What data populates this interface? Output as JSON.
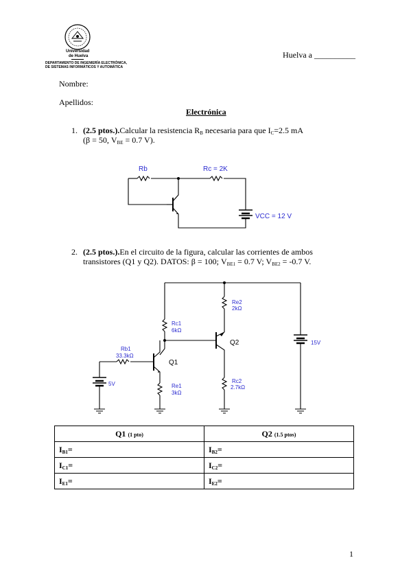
{
  "header": {
    "logo_line1": "Universidad",
    "logo_line2": "de Huelva",
    "logo_dept1": "DEPARTAMENTO DE INGENIERÍA ELECTRÓNICA,",
    "logo_dept2": "DE SISTEMAS INFORMÁTICOS Y AUTOMÁTICA",
    "place_label": "Huelva a",
    "place_blank": "__________"
  },
  "form": {
    "name_label": "Nombre:",
    "surname_label": "Apellidos:"
  },
  "title": "Electrónica",
  "q1": {
    "number": "1.",
    "points": "(2.5 ptos.).",
    "text_a": "Calcular la resistencia R",
    "sub_b": "B",
    "text_b": " necesaria para que I",
    "sub_c": "C",
    "text_c": "=2.5 mA",
    "line2_a": "(β = 50, V",
    "sub_be": "BE",
    "line2_b": " = 0.7 V).",
    "circuit": {
      "rb": "Rb",
      "rc": "Rc = 2K",
      "vcc": "VCC = 12 V"
    }
  },
  "q2": {
    "number": "2.",
    "points": "(2.5 ptos.).",
    "text_a": "En el circuito de la figura, calcular las corrientes de ambos",
    "line2_a": "transistores (Q1 y Q2). DATOS: β = 100; V",
    "sub_be1": "BE1",
    "line2_b": " = 0.7 V; V",
    "sub_be2": "BE2",
    "line2_c": " = -0.7 V.",
    "circuit": {
      "re2_name": "Re2",
      "re2_val": "2kΩ",
      "rc1_name": "Rc1",
      "rc1_val": "6kΩ",
      "rb1_name": "Rb1",
      "rb1_val": "33.3kΩ",
      "q1": "Q1",
      "q2": "Q2",
      "re1_name": "Re1",
      "re1_val": "3kΩ",
      "rc2_name": "Rc2",
      "rc2_val": "2.7kΩ",
      "v5": "5V",
      "v15": "15V"
    }
  },
  "table": {
    "col1_title": "Q1",
    "col1_pts": "(1 pto)",
    "col2_title": "Q2",
    "col2_pts": "(1.5 ptos)",
    "rows": [
      {
        "l1": "I",
        "s1": "B1",
        "e1": "=",
        "l2": "I",
        "s2": "B2",
        "e2": "="
      },
      {
        "l1": "I",
        "s1": "C1",
        "e1": "=",
        "l2": "I",
        "s2": "C2",
        "e2": "="
      },
      {
        "l1": "I",
        "s1": "E1",
        "e1": "=",
        "l2": "I",
        "s2": "E2",
        "e2": "="
      }
    ]
  },
  "page_number": "1"
}
